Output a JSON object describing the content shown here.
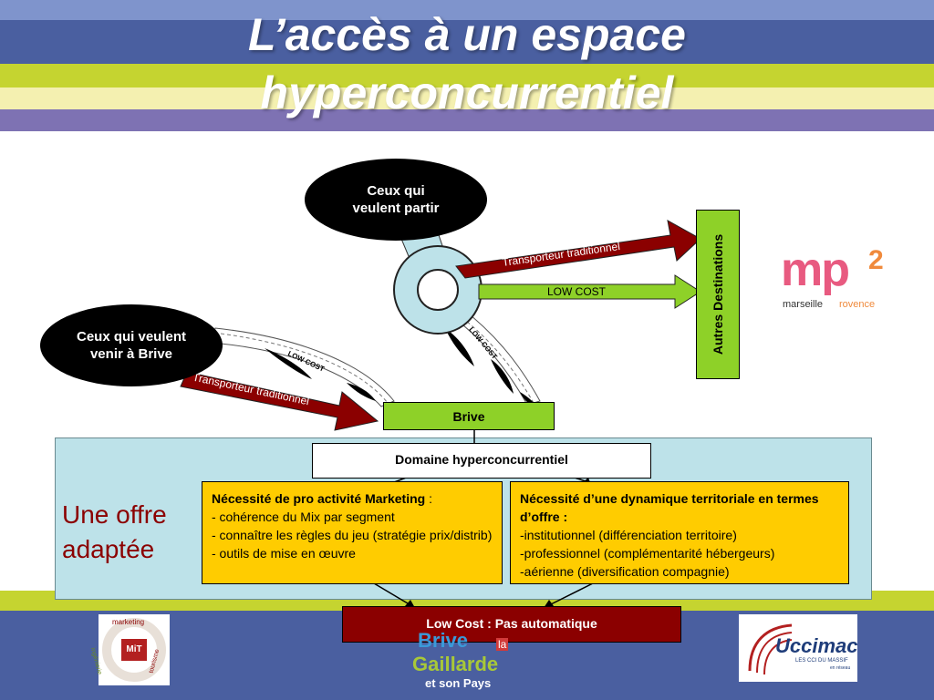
{
  "title": {
    "line1": "L’accès à un espace",
    "line2": "hyperconcurrentiel"
  },
  "diagram": {
    "ellipse_partir": "Ceux qui veulent partir",
    "ellipse_venir": "Ceux qui veulent venir à Brive",
    "arrow_transporteur_top": "Transporteur traditionnel",
    "arrow_lowcost_top": "LOW COST",
    "arrow_transporteur_left": "Transporteur traditionnel",
    "destinations": "Autres Destinations",
    "brive": "Brive",
    "plane_label_1": "LOW COST",
    "plane_label_2": "LOW COST",
    "domaine": "Domaine hyperconcurrentiel",
    "offre": "Une offre adaptée",
    "marketing_box": {
      "heading": "Nécessité de pro activité Marketing",
      "heading_suffix": " :",
      "items": [
        "- cohérence du Mix par segment",
        "- connaître les règles du jeu (stratégie prix/distrib)",
        "- outils de mise en œuvre"
      ]
    },
    "territorial_box": {
      "heading": "Nécessité d’une dynamique territoriale en termes d’offre :",
      "items": [
        "-institutionnel (différenciation territoire)",
        "-professionnel (complémentarité hébergeurs)",
        "-aérienne (diversification compagnie)"
      ]
    },
    "lowcost_box": "Low Cost : Pas automatique"
  },
  "logos": {
    "mp2_main": "mp",
    "mp2_sup": "2",
    "mp2_left": "marseille",
    "mp2_right": "rovence",
    "mit_center": "MiT",
    "mit_top": "marketing",
    "mit_left": "ingénierie",
    "mit_right": "tourisme",
    "brive_top": "Brive",
    "brive_la": "la",
    "brive_gaillarde": "Gaillarde",
    "brive_pays": "et son Pays",
    "uccimac": "Uccimac",
    "uccimac_sub": "LES CCI DU MASSIF",
    "uccimac_sub2": "en réseau"
  },
  "colors": {
    "stripe_blue": "#4a5fa0",
    "stripe_lightblue": "#6f86c3",
    "stripe_lime": "#c5d430",
    "stripe_cream": "#f4f0b0",
    "stripe_purple": "#7e72b3",
    "panel": "#bde2e9",
    "green": "#8ed128",
    "darkred": "#8b0000",
    "yellow": "#ffcc00",
    "mp2_pink": "#e85a80",
    "mp2_orange": "#f08a3c"
  }
}
